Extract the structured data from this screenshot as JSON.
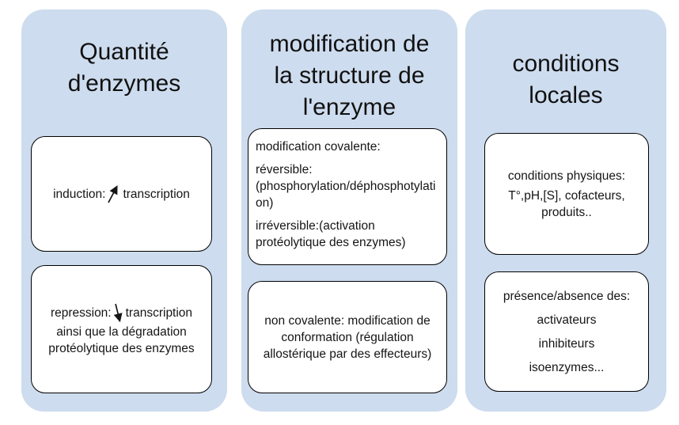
{
  "colors": {
    "column_bg": "#cddcee",
    "box_bg": "#ffffff",
    "box_border": "#000000",
    "text": "#151515"
  },
  "columns": [
    {
      "title": "Quantité d'enzymes",
      "boxes": [
        {
          "text_before": "induction:",
          "arrow_icon": "increase-arrow-icon",
          "text_after": "transcription"
        },
        {
          "text_before": "repression:",
          "arrow_icon": "decrease-arrow-icon",
          "text_after": "transcription",
          "paragraph": "ainsi que la dégradation protéolytique des enzymes"
        }
      ]
    },
    {
      "title": "modification de la structure de l'enzyme",
      "boxes": [
        {
          "paragraphs": [
            "modification covalente:",
            "réversible: (phosphorylation/déphosphotylation)",
            "irréversible:(activation protéolytique des enzymes)"
          ]
        },
        {
          "text": "non covalente: modification de conformation (régulation allostérique par des effecteurs)"
        }
      ]
    },
    {
      "title": "conditions locales",
      "boxes": [
        {
          "paragraphs": [
            "conditions physiques:",
            "T°,pH,[S], cofacteurs, produits.."
          ]
        },
        {
          "lines": [
            "présence/absence des:",
            "activateurs",
            "inhibiteurs",
            "isoenzymes..."
          ]
        }
      ]
    }
  ]
}
